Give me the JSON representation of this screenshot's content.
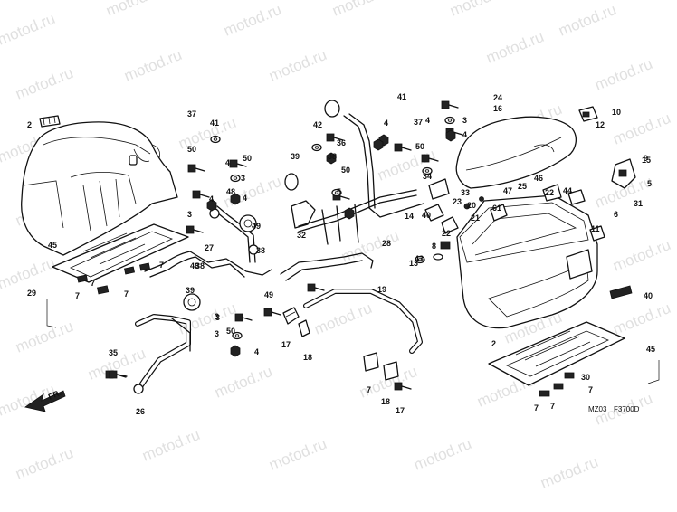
{
  "watermark": "motod.ru",
  "direction_label": "FR.",
  "diagram_codes": [
    "MZ03",
    "F3700D"
  ],
  "icons": [
    "pannier-case-left",
    "pannier-case-right",
    "lid-cover",
    "stay-bracket",
    "bolt",
    "washer",
    "nut",
    "collar",
    "clamp",
    "lock-cylinder",
    "arrow-fr"
  ],
  "callouts": [
    "2",
    "45",
    "29",
    "7",
    "7",
    "7",
    "7",
    "37",
    "41",
    "50",
    "3",
    "4",
    "35",
    "26",
    "27",
    "48",
    "38",
    "39",
    "3",
    "50",
    "4",
    "39",
    "32",
    "3",
    "4",
    "42",
    "38",
    "36",
    "49",
    "17",
    "18",
    "40",
    "41",
    "4",
    "37",
    "3",
    "50",
    "4",
    "19",
    "28",
    "34",
    "33",
    "23",
    "14",
    "22",
    "8",
    "43",
    "13",
    "24",
    "16",
    "20",
    "21",
    "46",
    "25",
    "47",
    "61",
    "22",
    "44",
    "9",
    "10",
    "12",
    "15",
    "5",
    "31",
    "6",
    "11",
    "40",
    "2",
    "45",
    "30",
    "7",
    "7",
    "7",
    "7",
    "18",
    "17",
    "49",
    "38",
    "48",
    "3",
    "50",
    "4",
    "3",
    "5",
    "50",
    "4",
    "3",
    "3",
    "4"
  ]
}
